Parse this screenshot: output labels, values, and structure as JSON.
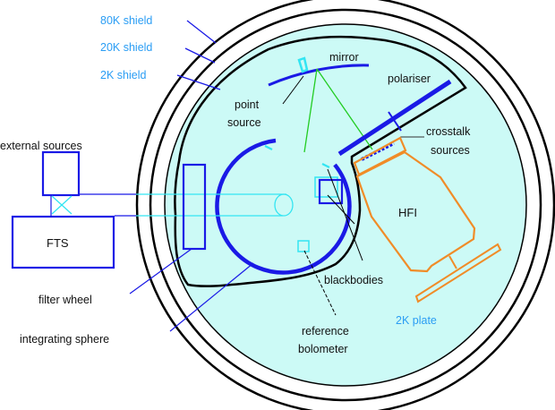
{
  "diagram": {
    "title": "Cryogenic test setup schematic",
    "colors": {
      "shield_line": "#000000",
      "cold_fill": "#ccfaf6",
      "optics_blue": "#1a1ae6",
      "source_cyan": "#33e5f2",
      "hfi_orange": "#f08c28",
      "ray_green": "#22cc22",
      "label_blue": "#2a9df4",
      "label_black": "#111111"
    },
    "labels": {
      "shield_80k": "80K shield",
      "shield_20k": "20K shield",
      "shield_2k": "2K shield",
      "mirror": "mirror",
      "polariser": "polariser",
      "point_source_line1": "point",
      "point_source_line2": "source",
      "crosstalk_line1": "crosstalk",
      "crosstalk_line2": "sources",
      "external_sources": "external sources",
      "fts": "FTS",
      "hfi": "HFI",
      "blackbodies": "blackbodies",
      "filter_wheel": "filter wheel",
      "integrating_sphere": "integrating sphere",
      "reference_line1": "reference",
      "reference_line2": "bolometer",
      "plate_2k": "2K plate"
    }
  }
}
